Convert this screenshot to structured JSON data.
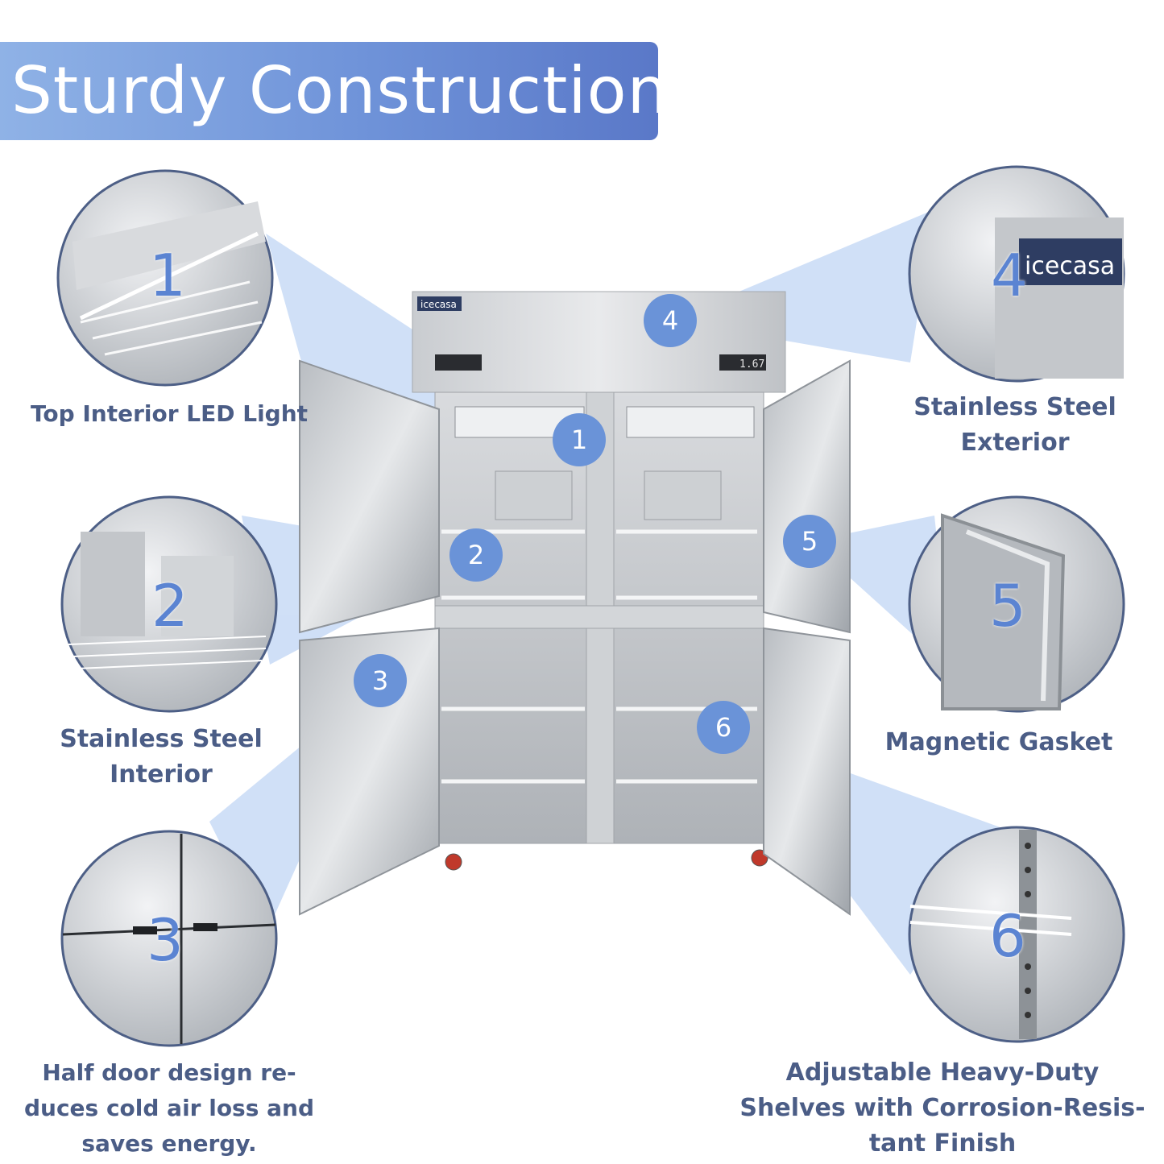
{
  "title": "Sturdy Construction",
  "brand": "icecasa",
  "display_reading": "1.67",
  "colors": {
    "banner": "#6f93d9",
    "badge": "#6a93d8",
    "label_text": "#4b5d86",
    "beam": "#a9c6f1"
  },
  "features": [
    {
      "number": "1",
      "lines": [
        "Top Interior LED Light"
      ]
    },
    {
      "number": "2",
      "lines": [
        "Stainless Steel",
        "Interior"
      ]
    },
    {
      "number": "3",
      "lines": [
        "Half door design re-",
        "duces cold air loss and",
        "saves energy."
      ]
    },
    {
      "number": "4",
      "lines": [
        "Stainless Steel",
        "Exterior"
      ]
    },
    {
      "number": "5",
      "lines": [
        "Magnetic Gasket"
      ]
    },
    {
      "number": "6",
      "lines": [
        "Adjustable Heavy-Duty",
        "Shelves with Corrosion-Resis-",
        "tant Finish"
      ]
    }
  ]
}
